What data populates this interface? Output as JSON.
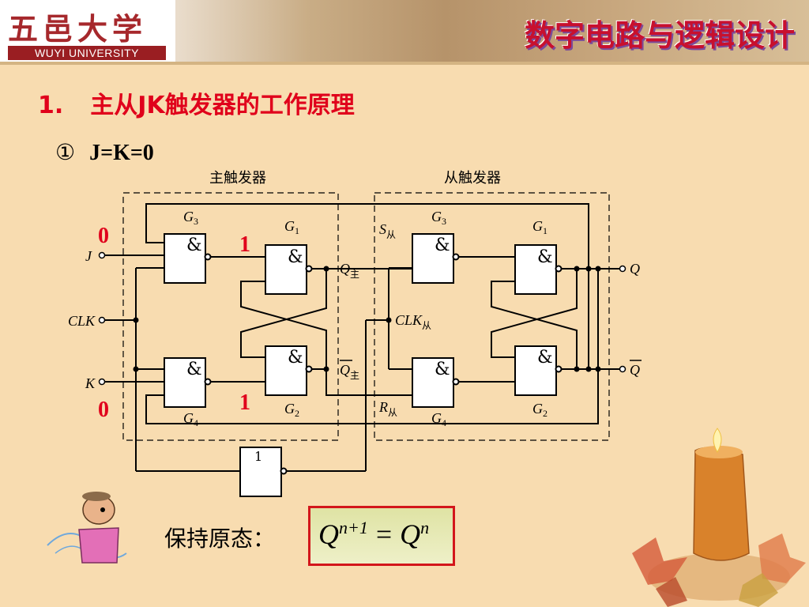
{
  "header": {
    "logo_cn": "五邑大学",
    "logo_en": "WUYI UNIVERSITY",
    "course_title": "数字电路与逻辑设计"
  },
  "section": {
    "number": "1.",
    "title": "主从JK触发器的工作原理"
  },
  "condition": {
    "marker": "①",
    "text": "J=K=0"
  },
  "diagram": {
    "master_label": "主触发器",
    "slave_label": "从触发器",
    "input_J": "J",
    "input_CLK": "CLK",
    "input_K": "K",
    "output_Q": "Q",
    "output_Qbar": "Q",
    "gate_and_symbol": "&",
    "inverter_symbol": "1",
    "gate_G": "G",
    "sub_1": "1",
    "sub_2": "2",
    "sub_3": "3",
    "sub_4": "4",
    "Q_master": "Q",
    "master_sub": "主",
    "S_slave": "S",
    "R_slave": "R",
    "CLK_slave": "CLK",
    "slave_sub": "从",
    "value_J": "0",
    "value_K": "0",
    "value_G3_out": "1",
    "value_G4_out": "1"
  },
  "result": {
    "label": "保持原态：",
    "eq_Q": "Q",
    "eq_sup_left": "n+1",
    "eq_op": "=",
    "eq_sup_right": "n"
  },
  "colors": {
    "background": "#f8dcb0",
    "accent_red": "#e0001b",
    "course_title": "#c8102e",
    "wire": "#000000",
    "dashed_box": "#000000"
  },
  "decorations": [
    "cartoon-professor-icon",
    "candle-icon",
    "autumn-leaves-icon"
  ]
}
